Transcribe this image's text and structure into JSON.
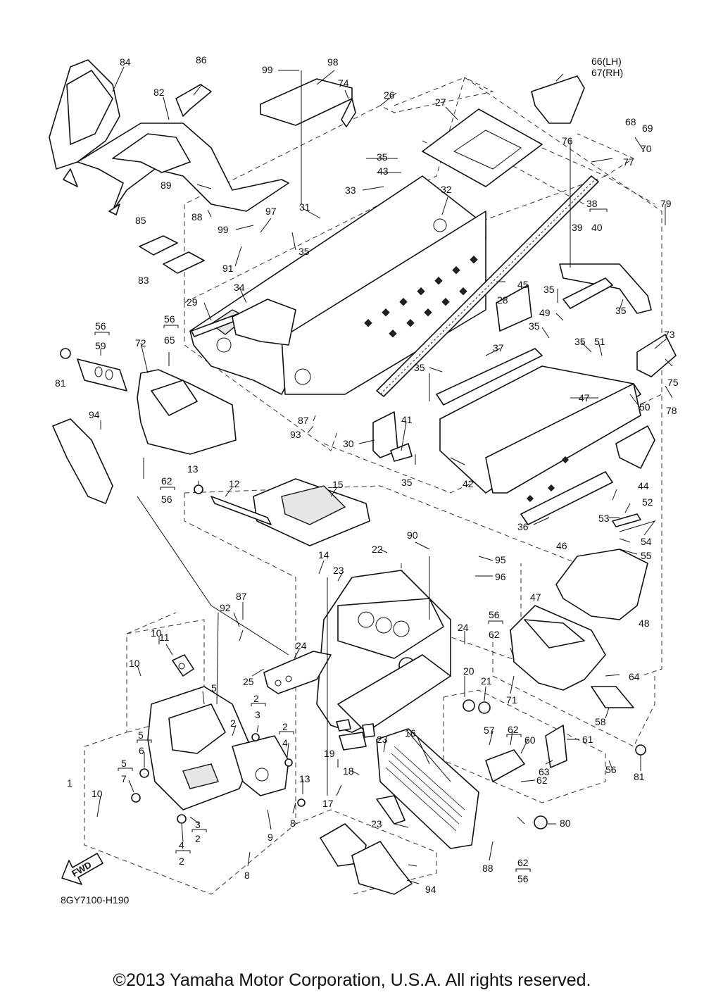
{
  "drawing_code": "8GY7100-H190",
  "copyright": "©2013 Yamaha Motor Corporation, U.S.A. All rights reserved.",
  "fwd_label": "FWD",
  "callouts": [
    "1",
    "2",
    "3",
    "4",
    "5",
    "6",
    "7",
    "8",
    "9",
    "10",
    "11",
    "12",
    "13",
    "14",
    "15",
    "16",
    "17",
    "18",
    "19",
    "20",
    "21",
    "22",
    "23",
    "24",
    "25",
    "26",
    "27",
    "28",
    "29",
    "30",
    "31",
    "32",
    "33",
    "34",
    "35",
    "36",
    "37",
    "38",
    "39",
    "40",
    "41",
    "42",
    "43",
    "44",
    "45",
    "46",
    "47",
    "48",
    "49",
    "50",
    "51",
    "52",
    "53",
    "54",
    "55",
    "56",
    "57",
    "58",
    "59",
    "60",
    "61",
    "62",
    "63",
    "64",
    "65",
    "66(LH)",
    "67(RH)",
    "68",
    "69",
    "70",
    "71",
    "72",
    "73",
    "74",
    "75",
    "76",
    "77",
    "78",
    "79",
    "80",
    "81",
    "82",
    "83",
    "84",
    "85",
    "86",
    "87",
    "88",
    "89",
    "90",
    "91",
    "92",
    "93",
    "94",
    "95",
    "96",
    "97",
    "98",
    "99"
  ]
}
